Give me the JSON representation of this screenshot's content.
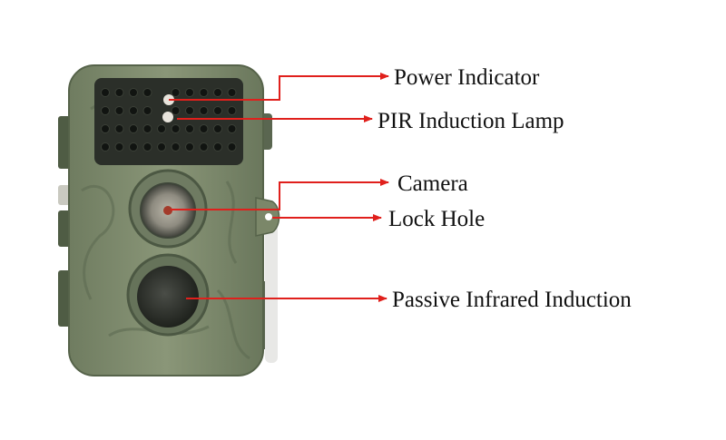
{
  "diagram": {
    "labels": {
      "power": "Power Indicator",
      "pir_lamp": "PIR Induction Lamp",
      "camera": "Camera",
      "lock": "Lock Hole",
      "passive": "Passive Infrared Induction"
    },
    "colors": {
      "arrow": "#e0201c",
      "label_text": "#111111",
      "body": "#7d8a6c",
      "body_dark": "#5c6a4f",
      "panel": "#2a2e28",
      "led": "#111411"
    }
  }
}
